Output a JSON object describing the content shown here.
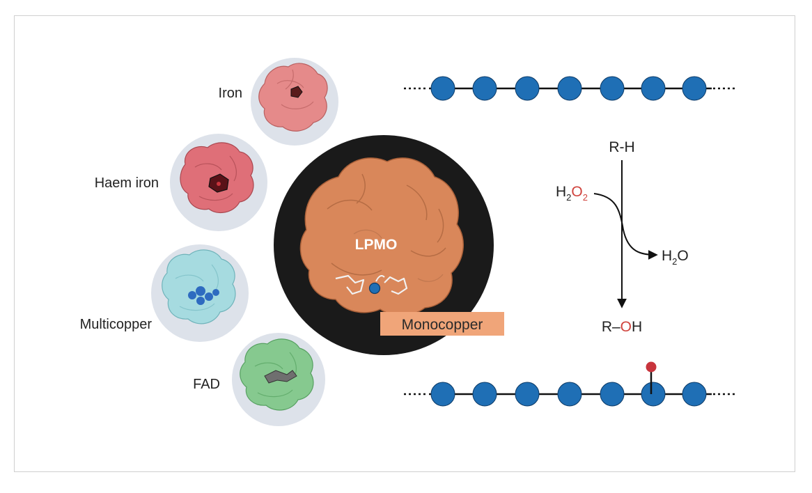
{
  "enzymes": [
    {
      "id": "iron",
      "label": "Iron"
    },
    {
      "id": "haem",
      "label": "Haem iron"
    },
    {
      "id": "multicopper",
      "label": "Multicopper"
    },
    {
      "id": "fad",
      "label": "FAD"
    }
  ],
  "center": {
    "label": "LPMO",
    "tag": "Monocopper"
  },
  "reaction": {
    "substrate": "R-H",
    "oxidant_main": "H",
    "oxidant_sub1": "2",
    "oxidant_o": "O",
    "oxidant_sub2": "2",
    "water_main": "H",
    "water_sub": "2",
    "water_o": "O",
    "product_left": "R–",
    "product_o": "O",
    "product_h": "H"
  },
  "colors": {
    "chain_bead": "#1f6fb5",
    "oxidation_mark": "#c8343c",
    "oxygen_text": "#d0433d",
    "monocopper_tag": "#f0a579",
    "lpmo_protein": "#d9875a",
    "iron_protein": "#e58a8a",
    "haem_protein": "#df6f78",
    "multicopper_protein": "#a6dbe0",
    "fad_protein": "#86c98f",
    "bubble": "#dde2ea"
  }
}
